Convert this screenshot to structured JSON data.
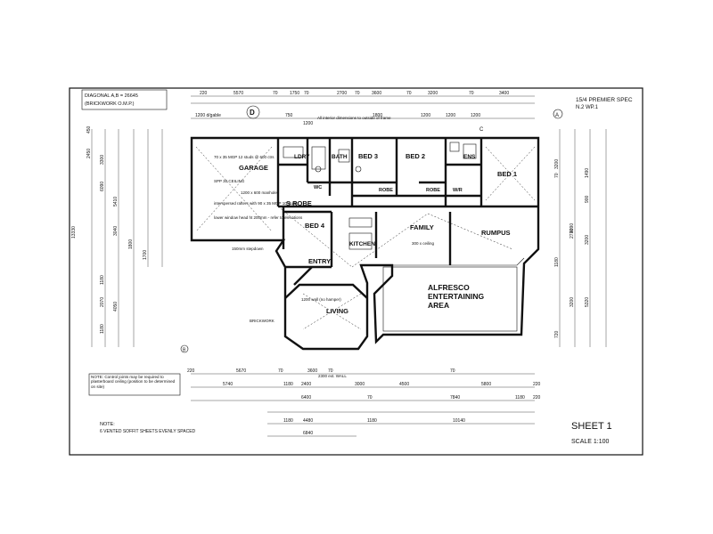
{
  "sheet": {
    "title_line1": "15/4 PREMIER SPEC",
    "title_line2": "N.2   WP.1",
    "sheet_label": "SHEET 1",
    "scale_label": "SCALE 1:100",
    "diagonal_line1": "DIAGONAL A,B = 26645",
    "diagonal_line2": "(BRICKWORK O.M.P.)",
    "bottom_note_title": "NOTE:",
    "bottom_note_text": "6 VENTED SOFFIT SHEETS EVENLY SPACED",
    "boxed_note": "NOTE: Control joints may be required to plasterboard ceiling (position to be determined on site)",
    "all_interior_note": "All interior dimensions to outside of frame",
    "marker_d": "D",
    "marker_a": "A",
    "marker_b": "B",
    "marker_c": "C"
  },
  "rooms": {
    "garage": "GARAGE",
    "ldry": "LDRY",
    "bath": "BATH",
    "wc": "WC",
    "bed3": "BED 3",
    "bed2": "BED 2",
    "ens": "ENS",
    "bed1": "BED 1",
    "wir": "W/R",
    "robe1": "ROBE",
    "robe2": "ROBE",
    "srobe": "S ROBE",
    "bed4": "BED 4",
    "kitchen": "KITCHEN",
    "family": "FAMILY",
    "rumpus": "RUMPUS",
    "entry": "ENTRY",
    "living": "LIVING",
    "alfresco1": "ALFRESCO",
    "alfresco2": "ENTERTAINING",
    "alfresco3": "AREA"
  },
  "annotations": {
    "garage_frame": "70 x 35 MGP 12 studs @ 600 ctrs",
    "garage_cust": "SPP 30 CEILING",
    "manhole": "1200 x 600 manhole",
    "truss": "interspersed rafters with 90 x 35 MGP 10 studs",
    "lower_window": "lower window head ht 200mm - refer to elevations",
    "stepdown": "150mm stepdown",
    "family_ceiling": "300 x ceiling",
    "living_hamper": "1200 wall (no hamper)",
    "brickwork": "BRICKWORK",
    "dimensions_note": "2300 ext. WALL"
  },
  "dims": {
    "top_row": [
      "220",
      "5570",
      "70",
      "1750",
      "70",
      "2700",
      "70",
      "3600",
      "70",
      "3200",
      "70",
      "3400"
    ],
    "top_sub": [
      "1200 d/gable",
      "750",
      "1200",
      "1800",
      "1200",
      "1200",
      "1200"
    ],
    "bottom_row1": [
      "220",
      "5670",
      "70",
      "3600",
      "70",
      "70"
    ],
    "bottom_row2": [
      "5740",
      "1180",
      "2400",
      "3000",
      "4500",
      "5800",
      "220"
    ],
    "bottom_row3": [
      "6400",
      "70",
      "7840",
      "1180",
      "220"
    ],
    "bottom_row4": [
      "1180",
      "4480",
      "1180",
      "10140"
    ],
    "bottom_row5": [
      "6840"
    ],
    "left_col": [
      "450",
      "2450",
      "3300",
      "6090",
      "5410",
      "3040",
      "1800",
      "1700",
      "1180",
      "2070",
      "1180",
      "13330",
      "4050"
    ],
    "right_col": [
      "3200",
      "70",
      "1490",
      "4090",
      "900",
      "3200",
      "2710",
      "1180",
      "3200",
      "5320",
      "720"
    ]
  }
}
